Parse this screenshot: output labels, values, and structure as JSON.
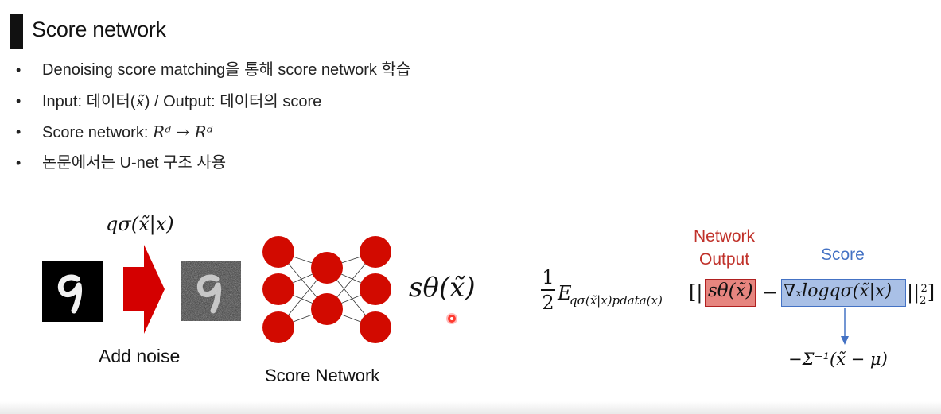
{
  "slide": {
    "title": "Score network",
    "bullets": [
      {
        "pre": "Denoising score matching을 통해 score network 학습",
        "math": "",
        "post": ""
      },
      {
        "pre": "Input: 데이터(",
        "math": "x̃",
        "post": ") / Output: 데이터의 score"
      },
      {
        "pre": "Score network: ",
        "math": "Rᵈ → Rᵈ",
        "post": ""
      },
      {
        "pre": "논문에서는 U-net 구조 사용",
        "math": "",
        "post": ""
      }
    ]
  },
  "diagram": {
    "noise_dist": "qσ(x̃|x)",
    "add_noise": "Add noise",
    "network_label": "Score Network",
    "output": "sθ(x̃)"
  },
  "equation": {
    "frac_num": "1",
    "frac_den": "2",
    "expect": "E",
    "expect_sub": "qσ(x̃|x)pdata(x)",
    "open": "[||",
    "network_output_term": "sθ(x̃)",
    "minus": "−",
    "score_term": "∇ₓlogqσ(x̃|x)",
    "close": "||",
    "close_sub": "2",
    "close_sup": "2",
    "close_bracket": "]",
    "network_output_label_1": "Network",
    "network_output_label_2": "Output",
    "score_label": "Score",
    "gaussian_score": "−Σ⁻¹(x̃ − μ)"
  },
  "colors": {
    "accent_red": "#d40000",
    "node_red": "#d20a00",
    "box_red": "#e6857f",
    "box_blue": "#a9c0e6",
    "label_blue": "#4472c4",
    "label_red": "#c0312a"
  }
}
